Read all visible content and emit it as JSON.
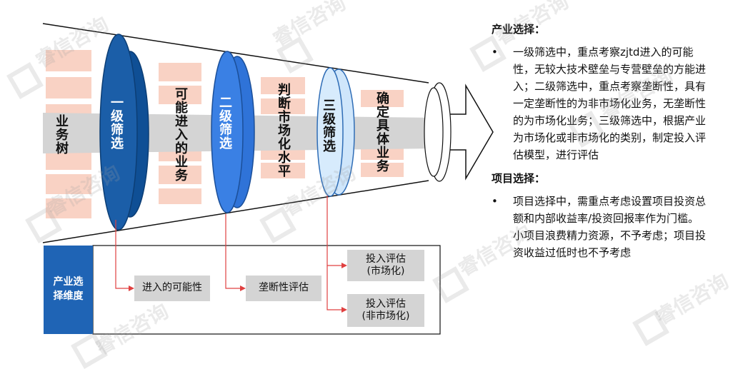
{
  "funnel": {
    "start_label": "业务树",
    "stage1": "一级筛选",
    "result1": "可能进入的业务",
    "stage2": "二级筛选",
    "result2": "判断市场化水平",
    "stage3": "三级筛选",
    "result3": "确定具体业务"
  },
  "dimension": {
    "label": "产业选择维度",
    "box1": "进入的可能性",
    "box2": "垄断性评估",
    "box3": "投入评估\n(市场化)",
    "box4": "投入评估\n(非市场化)"
  },
  "industry": {
    "title": "产业选择：",
    "bullet": "一级筛选中，重点考察zjtd进入的可能性，无较大技术壁垒与专营壁垒的方能进入；二级筛选中，重点考察垄断性，具有一定垄断性的为非市场化业务，无垄断性的为市场化业务；三级筛选中，根据产业为市场化或非市场化的类别，制定投入评估模型，进行评估"
  },
  "project": {
    "title": "项目选择：",
    "bullet": "项目选择中，需重点考虑设置项目投资总额和内部收益率/投资回报率作为门槛。小项目浪费精力资源，不予考虑；项目投资收益过低时也不予考虑"
  },
  "watermark": "睿信咨询",
  "colors": {
    "ring1": "#1b5ea8",
    "ring2": "#2e6fd6",
    "ring3": "#cfe6fb",
    "dimension": "#1f64b5",
    "connector": "#e04040",
    "pink": "#f9d2c4",
    "bar": "#d4d4d4"
  }
}
